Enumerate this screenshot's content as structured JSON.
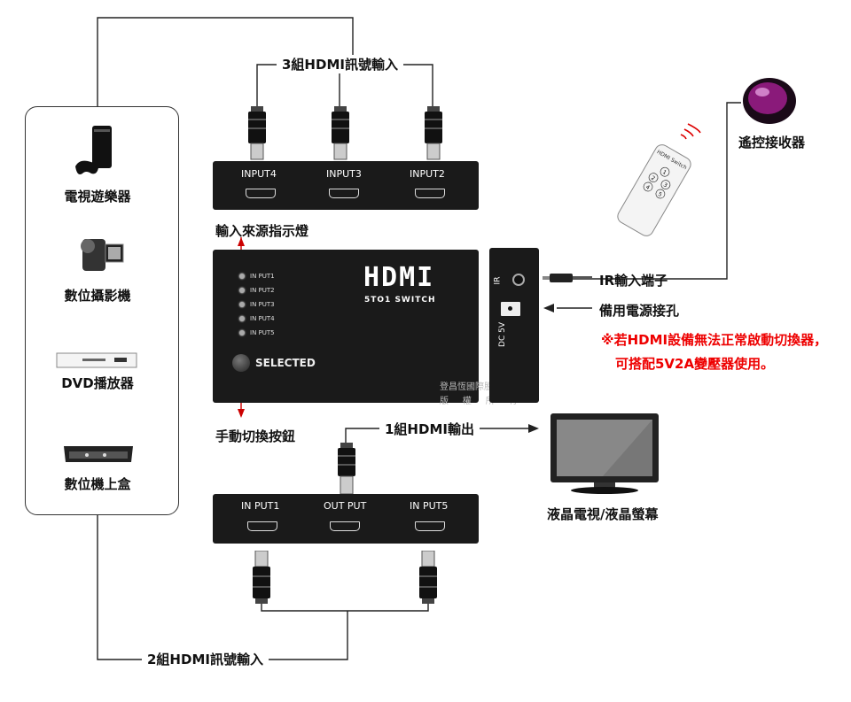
{
  "labels": {
    "input3_group": "3組HDMI訊號輸入",
    "input2_group": "2組HDMI訊號輸入",
    "output_group": "1組HDMI輸出",
    "indicator": "輸入來源指示燈",
    "manual_button": "手動切換按鈕",
    "ir_port": "IR輸入端子",
    "power_jack": "備用電源接孔",
    "receiver": "遙控接收器",
    "display": "液晶電視/液晶螢幕",
    "note_line1": "※若HDMI設備無法正常啟動切換器，",
    "note_line2": "可搭配5V2A變壓器使用。"
  },
  "devices": [
    {
      "label": "電視遊樂器",
      "icon": "game-console-icon"
    },
    {
      "label": "數位攝影機",
      "icon": "camcorder-icon"
    },
    {
      "label": "DVD播放器",
      "icon": "dvd-player-icon"
    },
    {
      "label": "數位機上盒",
      "icon": "set-top-box-icon"
    }
  ],
  "top_panel": {
    "ports": [
      "INPUT4",
      "INPUT3",
      "INPUT2"
    ]
  },
  "bottom_panel": {
    "ports": [
      "IN PUT1",
      "OUT PUT",
      "IN PUT5"
    ]
  },
  "front_panel": {
    "leds": [
      "IN PUT1",
      "IN PUT2",
      "IN PUT3",
      "IN PUT4",
      "IN PUT5"
    ],
    "logo": "HDMI",
    "subtitle": "5TO1 SWITCH",
    "button_label": "SELECTED"
  },
  "side_panel": {
    "ir": "IR",
    "dc": "DC 5V"
  },
  "remote": {
    "title": "HDMI Switch",
    "keys": [
      "1",
      "2",
      "3",
      "4",
      "5"
    ]
  },
  "watermark": {
    "line1": "登昌恆國際股份有限公司",
    "line2": "版     權     所     有"
  },
  "colors": {
    "panel": "#1a1a1a",
    "note": "#e00000",
    "receiver": "#8a1a7a"
  }
}
